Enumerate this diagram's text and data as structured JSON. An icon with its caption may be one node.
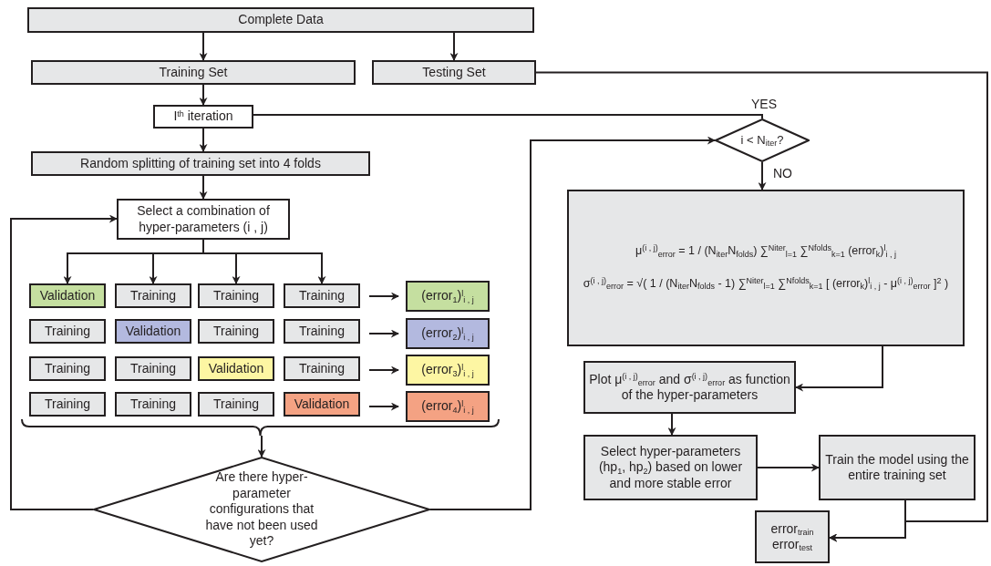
{
  "diagram": {
    "nodes": [
      {
        "text": [
          "Complete Data"
        ]
      },
      {
        "text": [
          "Training Set"
        ]
      },
      {
        "text": [
          "Testing Set"
        ]
      },
      {
        "text": [
          "I$^{th}$ iteration"
        ]
      },
      {
        "text": [
          "Random splitting of training set into 4 folds"
        ]
      },
      {
        "text": [
          "Select a combination of hyper-parameters (i , j)"
        ]
      },
      {
        "text": [
          "Validation"
        ]
      },
      {
        "text": [
          "Training"
        ]
      },
      {
        "text": [
          "Training"
        ]
      },
      {
        "text": [
          "Training"
        ]
      },
      {
        "text": [
          "Training"
        ]
      },
      {
        "text": [
          "Validation"
        ]
      },
      {
        "text": [
          "Training"
        ]
      },
      {
        "text": [
          "Training"
        ]
      },
      {
        "text": [
          "Training"
        ]
      },
      {
        "text": [
          "Training"
        ]
      },
      {
        "text": [
          "Validation"
        ]
      },
      {
        "text": [
          "Training"
        ]
      },
      {
        "text": [
          "Training"
        ]
      },
      {
        "text": [
          "Training"
        ]
      },
      {
        "text": [
          "Training"
        ]
      },
      {
        "text": [
          "Validation"
        ]
      },
      {
        "text": [
          "(error$_{1}$)$^{l}$$_{i , j}$"
        ]
      },
      {
        "text": [
          "(error$_{2}$)$^{l}$$_{i , j}$"
        ]
      },
      {
        "text": [
          "(error$_{3}$)$^{l}$$_{i , j}$"
        ]
      },
      {
        "text": [
          "(error$_{4}$)$^{l}$$_{i , j}$"
        ]
      },
      {
        "text": [
          "Are there hyper-parameter configurations that have not been used yet?"
        ]
      },
      {
        "text": [
          "i < N$_{iter}$?"
        ]
      },
      {
        "text": [
          "μ$^{(i , j)}$$_{error}$ = 1 / (N$_{iter}$N$_{folds}$) ∑$^{Niter}$$_{l=1}$ ∑$^{Nfolds}$$_{k=1}$ (error$_{k}$)$^{l}$$_{i , j}$",
          "σ$^{(i , j)}$$_{error}$ = √( 1 / (N$_{iter}$N$_{folds}$ - 1) ∑$^{Niter}$$_{l=1}$ ∑$^{Nfolds}$$_{k=1}$ [ (error$_{k}$)$^{l}$$_{i , j}$ - μ$^{(i , j)}$$_{error}$ ]$^{2}$ )"
        ]
      },
      {
        "text": [
          "Plot μ$^{(i , j)}$$_{error}$ and σ$^{(i , j)}$$_{error}$ as function of the hyper-parameters"
        ]
      },
      {
        "text": [
          "Select hyper-parameters (hp$_{1}$, hp$_{2}$) based on lower and more stable error"
        ]
      },
      {
        "text": [
          "Train the model using the entire training set"
        ]
      },
      {
        "text": [
          "error$_{train}$",
          "error$_{test}$"
        ]
      },
      {
        "text": [],
        "shape": "bracket"
      }
    ],
    "edges": [
      {
        "from": 0,
        "to": 1,
        "arrow": "to"
      },
      {
        "from": 0,
        "to": 2,
        "arrow": "to"
      },
      {
        "from": 1,
        "to": 3,
        "arrow": "to"
      },
      {
        "from": 3,
        "to": 4,
        "arrow": "to"
      },
      {
        "from": 4,
        "to": 5,
        "arrow": "to"
      },
      {
        "from": 5,
        "to": 6,
        "arrow": "to"
      },
      {
        "from": 5,
        "to": 7,
        "arrow": "to"
      },
      {
        "from": 5,
        "to": 8,
        "arrow": "to"
      },
      {
        "from": 5,
        "to": 9,
        "arrow": "to"
      },
      {
        "from": 9,
        "to": 22,
        "arrow": "to"
      },
      {
        "from": 13,
        "to": 23,
        "arrow": "to"
      },
      {
        "from": 17,
        "to": 24,
        "arrow": "to"
      },
      {
        "from": 21,
        "to": 25,
        "arrow": "to"
      },
      {
        "from": 33,
        "to": 26,
        "arrow": "to"
      },
      {
        "from": 26,
        "to": 5,
        "arrow": "to"
      },
      {
        "from": 26,
        "to": 27,
        "arrow": "to"
      },
      {
        "from": 27,
        "to": 3,
        "arrow": "none",
        "label": "YES"
      },
      {
        "from": 27,
        "to": 28,
        "arrow": "to",
        "label": "NO"
      },
      {
        "from": 28,
        "to": 29,
        "arrow": "to"
      },
      {
        "from": 29,
        "to": 30,
        "arrow": "to"
      },
      {
        "from": 30,
        "to": 31,
        "arrow": "to"
      },
      {
        "from": 31,
        "to": 32,
        "arrow": "to"
      },
      {
        "from": 2,
        "to": 32,
        "arrow": "to"
      }
    ]
  }
}
